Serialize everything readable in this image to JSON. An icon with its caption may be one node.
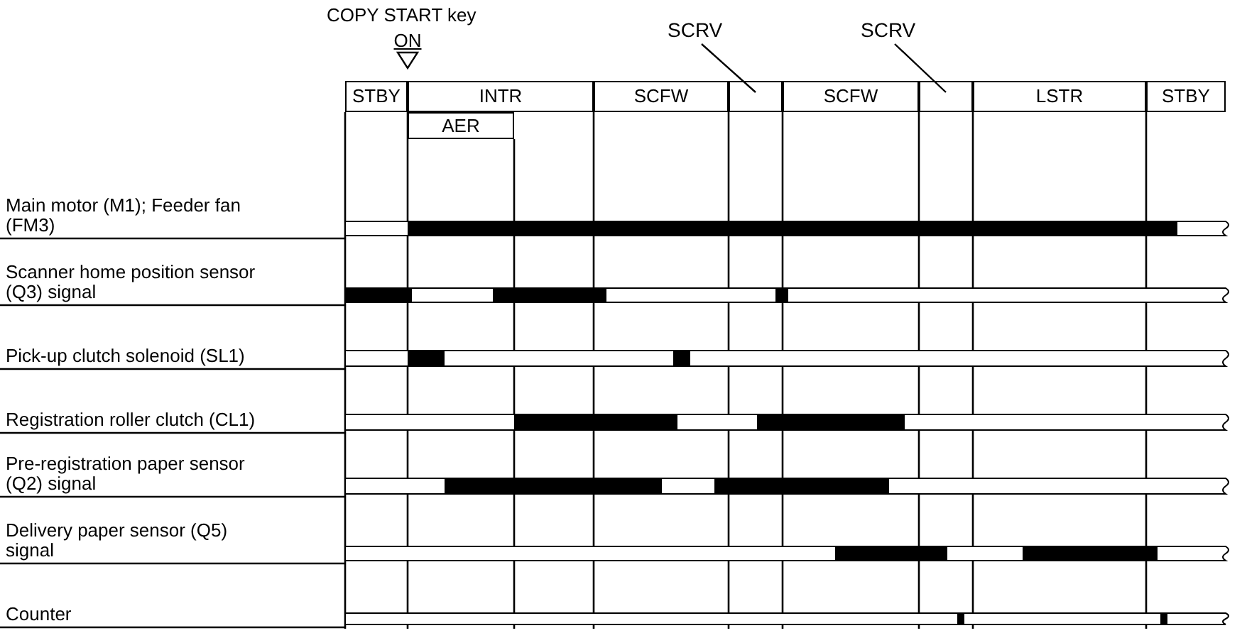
{
  "diagram": {
    "nodes": [
      {
        "text": [
          "SCRV"
        ]
      },
      {
        "text": [
          "SCRV"
        ]
      },
      {
        "text": [
          "STBY"
        ]
      },
      {
        "text": [
          "INTR"
        ]
      },
      {
        "text": [
          "SCFW"
        ]
      },
      {
        "text": [],
        "shape": "box"
      },
      {
        "text": [
          "SCFW"
        ]
      },
      {
        "text": [],
        "shape": "box"
      },
      {
        "text": [
          "LSTR"
        ]
      },
      {
        "text": [
          "STBY"
        ]
      },
      {
        "text": [
          "AER"
        ]
      }
    ],
    "edges": [
      {
        "from": 0,
        "to": 5,
        "arrow": "none"
      },
      {
        "from": 1,
        "to": 7,
        "arrow": "none"
      }
    ],
    "labels": [
      "COPY START key",
      "ON",
      "Main motor (M1); Feeder fan (FM3)",
      "Scanner home position sensor (Q3) signal",
      "Pick-up clutch solenoid (SL1)",
      "Registration roller clutch (CL1)",
      "Pre-registration paper sensor (Q2) signal",
      "Delivery paper sensor (Q5) signal",
      "Counter"
    ]
  }
}
